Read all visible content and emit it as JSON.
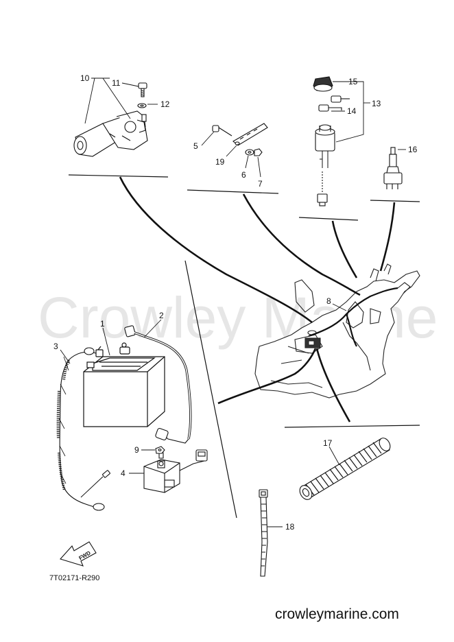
{
  "watermark": "Crowley Marine",
  "diagram_code": "7T02171-R290",
  "website": "crowleymarine.com",
  "fwd_label": "FWD",
  "callouts": [
    "1",
    "2",
    "3",
    "4",
    "5",
    "6",
    "7",
    "8",
    "9",
    "10",
    "11",
    "12",
    "13",
    "14",
    "15",
    "16",
    "17",
    "18",
    "19"
  ]
}
